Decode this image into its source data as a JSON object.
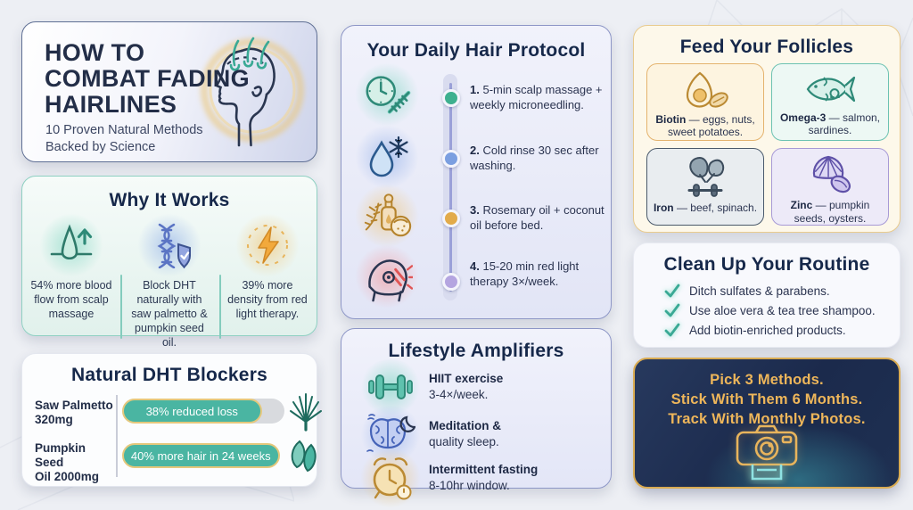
{
  "colors": {
    "accent_teal": "#3aa995",
    "accent_blue": "#6b93d6",
    "accent_amber": "#e0a84a",
    "accent_purple": "#a394d6",
    "accent_red": "#e05555",
    "gold": "#e3b05a",
    "navy_heading": "#16284a",
    "cta_background": "#1b2a4c",
    "bar_fill": "#4ab5a2"
  },
  "title_card": {
    "title": "HOW TO\nCOMBAT FADING\nHAIRLINES",
    "subtitle": "10 Proven Natural Methods\nBacked by Science"
  },
  "why_card": {
    "title": "Why It Works",
    "items": [
      {
        "icon": "follicle-growth-icon",
        "text": "54% more blood flow from scalp massage"
      },
      {
        "icon": "dna-shield-icon",
        "text": "Block DHT naturally with saw palmetto & pumpkin seed oil."
      },
      {
        "icon": "lightning-icon",
        "text": "39% more density from red light therapy."
      }
    ]
  },
  "dht_card": {
    "title": "Natural DHT Blockers",
    "rows": [
      {
        "label": "Saw Palmetto\n320mg",
        "bar_label": "38% reduced loss",
        "icon": "saw-palmetto-icon"
      },
      {
        "label": "Pumpkin Seed\nOil 2000mg",
        "bar_label": "40% more hair in 24 weeks",
        "icon": "pumpkin-seed-icon"
      }
    ]
  },
  "chart_data": {
    "type": "bar",
    "orientation": "horizontal",
    "title": "Natural DHT Blockers",
    "categories": [
      "Saw Palmetto 320mg",
      "Pumpkin Seed Oil 2000mg"
    ],
    "values": [
      38,
      40
    ],
    "value_labels": [
      "38% reduced loss",
      "40% more hair in 24 weeks"
    ],
    "units": [
      "% reduced loss",
      "% more hair in 24 weeks"
    ],
    "bar_width_pct": [
      86,
      97
    ],
    "bar_color": "#4ab5a2",
    "grid": false,
    "legend": false
  },
  "protocol_card": {
    "title": "Your Daily Hair Protocol",
    "steps": [
      {
        "num": "1.",
        "text": "5-min scalp massage + weekly microneedling.",
        "icon": "clock-comb-icon"
      },
      {
        "num": "2.",
        "text": "Cold rinse 30 sec after washing.",
        "icon": "droplet-snowflake-icon"
      },
      {
        "num": "3.",
        "text": "Rosemary oil + coconut oil before bed.",
        "icon": "rosemary-coconut-oil-icon"
      },
      {
        "num": "4.",
        "text": "15-20 min red light therapy 3×/week.",
        "icon": "red-light-helmet-icon"
      }
    ]
  },
  "lifestyle_card": {
    "title": "Lifestyle Amplifiers",
    "items": [
      {
        "bold": "HIIT exercise",
        "rest": "3-4×/week.",
        "icon": "dumbbell-icon"
      },
      {
        "bold": "Meditation &",
        "rest": "quality sleep.",
        "icon": "brain-sleep-icon"
      },
      {
        "bold": "Intermittent fasting",
        "rest": "8-10hr window.",
        "icon": "alarm-clock-icon"
      }
    ]
  },
  "feed_card": {
    "title": "Feed Your Follicles",
    "cards": [
      {
        "nutrient": "Biotin",
        "rest": " — eggs, nuts, sweet potatoes.",
        "icon": "eggs-icon"
      },
      {
        "nutrient": "Omega-3",
        "rest": " — salmon, sardines.",
        "icon": "fish-icon"
      },
      {
        "nutrient": "Iron",
        "rest": " — beef, spinach.",
        "icon": "spinach-dumbbell-icon"
      },
      {
        "nutrient": "Zinc",
        "rest": " — pumpkin seeds, oysters.",
        "icon": "seashells-icon"
      }
    ]
  },
  "clean_card": {
    "title": "Clean Up Your Routine",
    "items": [
      "Ditch sulfates & parabens.",
      "Use aloe vera & tea tree shampoo.",
      "Add biotin-enriched products."
    ]
  },
  "cta_card": {
    "text": "Pick 3 Methods.\nStick With Them 6 Months.\nTrack With Monthly Photos.",
    "icon": "camera-icon"
  }
}
